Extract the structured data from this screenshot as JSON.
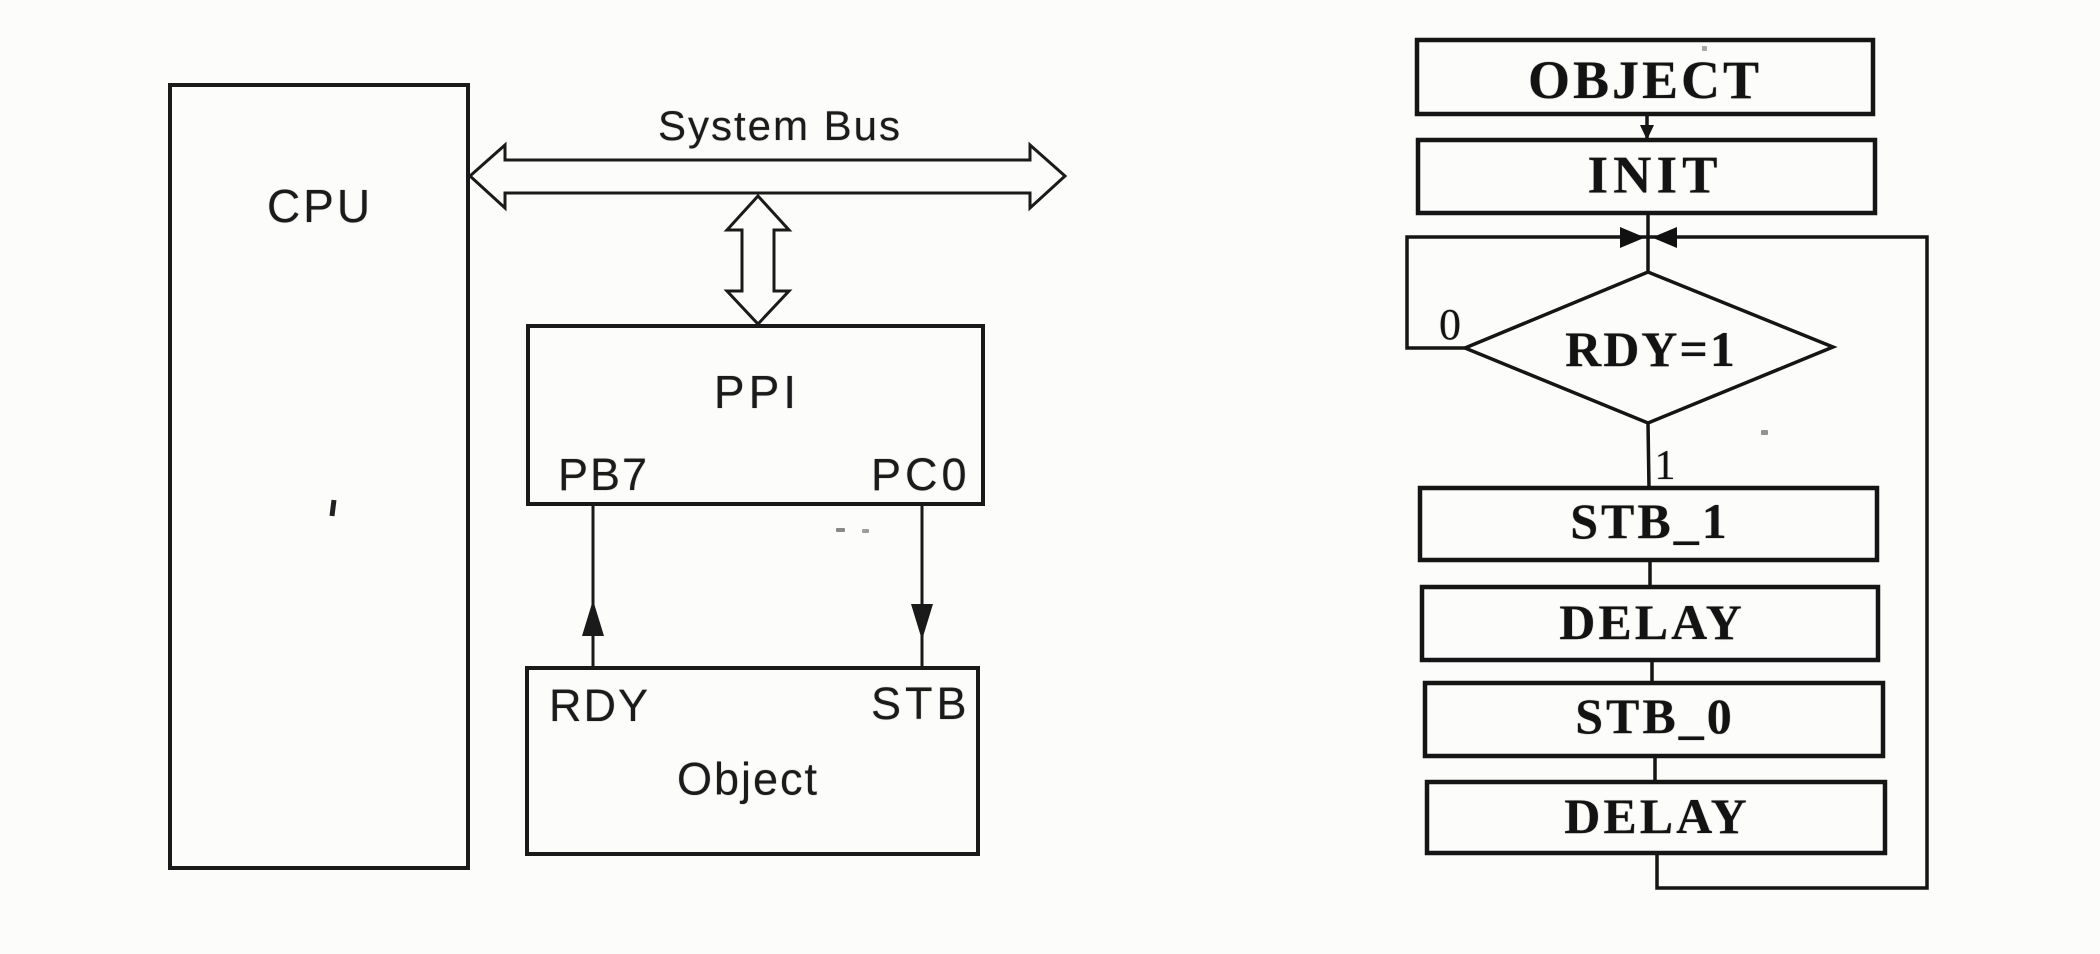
{
  "figure": {
    "description": "Scanned diagram: CPU connected by System Bus to PPI, PPI connected to Object; flowchart of strobe handshake routine",
    "ink_color": "#1a1a1a",
    "background_color": "#fcfcfb"
  },
  "left_diagram": {
    "cpu_label": "CPU",
    "bus_label": "System Bus",
    "ppi_label": "PPI",
    "ppi_pin_left": "PB7",
    "ppi_pin_right": "PC0",
    "object_signal_left": "RDY",
    "object_signal_right": "STB",
    "object_label": "Object"
  },
  "flowchart": {
    "step_object": "OBJECT",
    "step_init": "INIT",
    "decision_label": "RDY=1",
    "branch_no": "0",
    "branch_yes": "1",
    "step_stb1": "STB_1",
    "step_delay1": "DELAY",
    "step_stb0": "STB_0",
    "step_delay2": "DELAY"
  }
}
